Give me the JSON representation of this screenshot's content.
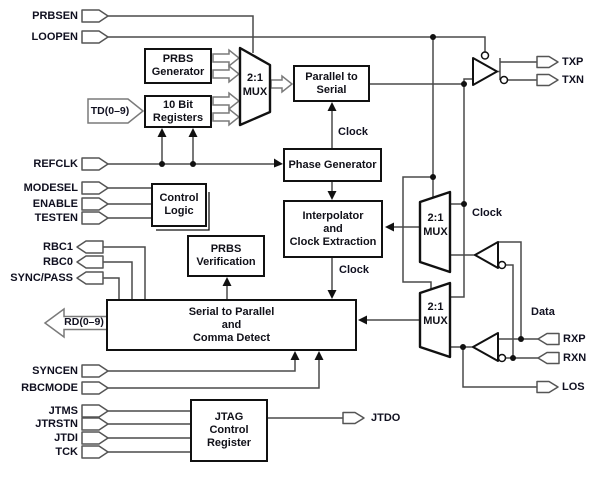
{
  "diagram_title": "transceiver-functional-block-diagram",
  "labels": {
    "prbsen": "PRBSEN",
    "loopen": "LOOPEN",
    "td_bus": "TD(0–9)",
    "refclk": "REFCLK",
    "modesel": "MODESEL",
    "enable": "ENABLE",
    "testen": "TESTEN",
    "rbc1": "RBC1",
    "rbc0": "RBC0",
    "sync_pass": "SYNC/PASS",
    "rd_bus": "RD(0–9)",
    "syncen": "SYNCEN",
    "rbcmode": "RBCMODE",
    "jtms": "JTMS",
    "jtrstn": "JTRSTN",
    "jtdi": "JTDI",
    "tck": "TCK",
    "txp": "TXP",
    "txn": "TXN",
    "rxp": "RXP",
    "rxn": "RXN",
    "los": "LOS",
    "jtdo": "JTDO"
  },
  "blocks": {
    "prbs_generator": {
      "line1": "PRBS",
      "line2": "Generator"
    },
    "registers": {
      "line1": "10 Bit",
      "line2": "Registers"
    },
    "parallel_to_serial": {
      "line1": "Parallel to",
      "line2": "Serial"
    },
    "phase_generator": {
      "line1": "Phase Generator"
    },
    "control_logic": {
      "line1": "Control",
      "line2": "Logic"
    },
    "interpolator": {
      "line1": "Interpolator",
      "line2": "and",
      "line3": "Clock Extraction"
    },
    "prbs_verification": {
      "line1": "PRBS",
      "line2": "Verification"
    },
    "serial_to_parallel": {
      "line1": "Serial to Parallel",
      "line2": "and",
      "line3": "Comma Detect"
    },
    "jtag": {
      "line1": "JTAG",
      "line2": "Control",
      "line3": "Register"
    }
  },
  "mux": {
    "line1": "2:1",
    "line2": "MUX"
  },
  "wire_labels": {
    "tx_clock": "Clock",
    "mux_clock": "Clock",
    "rx_clock": "Clock",
    "data": "Data"
  },
  "colors": {
    "wire": "#4a4a4a",
    "outline": "#111111",
    "bus_outline": "#7a7a7a",
    "text": "#101020",
    "background": "#ffffff"
  }
}
